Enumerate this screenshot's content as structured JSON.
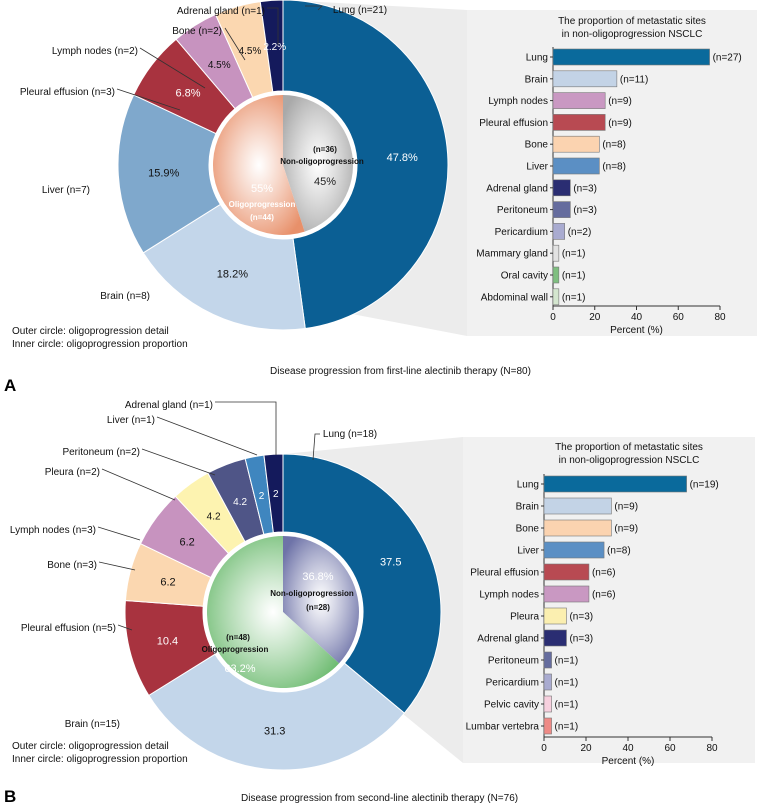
{
  "chart_data": [
    {
      "panel_label": "A",
      "caption": "Disease progression from first-line alectinib therapy (N=80)",
      "notes": [
        "Outer circle: oligoprogression detail",
        "Inner circle: oligoprogression proportion"
      ],
      "donut": {
        "type": "pie",
        "inner": [
          {
            "name": "Non-oligoprogression",
            "n_label": "(n=36)",
            "percent_label": "45%",
            "value": 45,
            "color": "#a9a9a9"
          },
          {
            "name": "Oligoprogression",
            "n_label": "(n=44)",
            "percent_label": "55%",
            "value": 55,
            "color": "#e8906a"
          }
        ],
        "outer": [
          {
            "label": "Lung (n=21)",
            "value": 47.8,
            "percent_label": "47.8%",
            "color": "#0b5f94"
          },
          {
            "label": "Brain (n=8)",
            "value": 18.2,
            "percent_label": "18.2%",
            "color": "#c3d6ea"
          },
          {
            "label": "Liver (n=7)",
            "value": 15.9,
            "percent_label": "15.9%",
            "color": "#7fa8cc"
          },
          {
            "label": "Pleural effusion (n=3)",
            "value": 6.8,
            "percent_label": "6.8%",
            "color": "#a8333f"
          },
          {
            "label": "Lymph nodes (n=2)",
            "value": 4.5,
            "percent_label": "4.5%",
            "color": "#c793bf"
          },
          {
            "label": "Bone (n=2)",
            "value": 4.5,
            "percent_label": "4.5%",
            "color": "#fbd7b0"
          },
          {
            "label": "Adrenal gland (n=1)",
            "value": 2.2,
            "percent_label": "2.2%",
            "color": "#141a5c"
          }
        ]
      },
      "bars": {
        "type": "bar",
        "title": [
          "The proportion of metastatic sites",
          "in non-oligoprogression NSCLC"
        ],
        "xlabel": "Percent (%)",
        "xlim": [
          0,
          80
        ],
        "xticks": [
          0,
          20,
          40,
          60,
          80
        ],
        "categories": [
          "Lung",
          "Brain",
          "Lymph nodes",
          "Pleural effusion",
          "Bone",
          "Liver",
          "Adrenal gland",
          "Peritoneum",
          "Pericardium",
          "Mammary gland",
          "Oral cavity",
          "Abdominal wall"
        ],
        "values": [
          75.0,
          30.6,
          25.0,
          25.0,
          22.2,
          22.2,
          8.3,
          8.3,
          5.6,
          2.8,
          2.8,
          2.8
        ],
        "data_labels": [
          "(n=27)",
          "(n=11)",
          "(n=9)",
          "(n=9)",
          "(n=8)",
          "(n=8)",
          "(n=3)",
          "(n=3)",
          "(n=2)",
          "(n=1)",
          "(n=1)",
          "(n=1)"
        ],
        "colors": [
          "#0a6a9c",
          "#c3d3e6",
          "#c998c2",
          "#b84a52",
          "#fbd3b0",
          "#5b8fc4",
          "#2a2d72",
          "#656c9e",
          "#a9abd0",
          "#e2e2e2",
          "#7fbf80",
          "#d4e6cf"
        ]
      }
    },
    {
      "panel_label": "B",
      "caption": "Disease progression from second-line alectinib therapy (N=76)",
      "notes": [
        "Outer circle: oligoprogression detail",
        "Inner circle: oligoprogression proportion"
      ],
      "donut": {
        "type": "pie",
        "inner": [
          {
            "name": "Non-oligoprogression",
            "n_label": "(n=28)",
            "percent_label": "36.8%",
            "value": 36.8,
            "color": "#6e73a8"
          },
          {
            "name": "Oligoprogression",
            "n_label": "(n=48)",
            "percent_label": "63.2%",
            "value": 63.2,
            "color": "#6dbb70"
          }
        ],
        "outer": [
          {
            "label": "Lung (n=18)",
            "value": 37.5,
            "percent_label": "37.5",
            "color": "#0b5f94"
          },
          {
            "label": "Brain (n=15)",
            "value": 31.3,
            "percent_label": "31.3",
            "color": "#c3d6ea"
          },
          {
            "label": "Pleural effusion (n=5)",
            "value": 10.4,
            "percent_label": "10.4",
            "color": "#a8333f"
          },
          {
            "label": "Bone (n=3)",
            "value": 6.2,
            "percent_label": "6.2",
            "color": "#fbd7b0"
          },
          {
            "label": "Lymph nodes (n=3)",
            "value": 6.2,
            "percent_label": "6.2",
            "color": "#c793bf"
          },
          {
            "label": "Pleura (n=2)",
            "value": 4.2,
            "percent_label": "4.2",
            "color": "#fdf3b0"
          },
          {
            "label": "Peritoneum (n=2)",
            "value": 4.2,
            "percent_label": "4.2",
            "color": "#4f5587"
          },
          {
            "label": "Liver (n=1)",
            "value": 2,
            "percent_label": "2",
            "color": "#3f86bf"
          },
          {
            "label": "Adrenal gland (n=1)",
            "value": 2,
            "percent_label": "2",
            "color": "#141a5c"
          }
        ]
      },
      "bars": {
        "type": "bar",
        "title": [
          "The proportion of metastatic sites",
          "in non-oligoprogression NSCLC"
        ],
        "xlabel": "Percent (%)",
        "xlim": [
          0,
          80
        ],
        "xticks": [
          0,
          20,
          40,
          60,
          80
        ],
        "categories": [
          "Lung",
          "Brain",
          "Bone",
          "Liver",
          "Pleural effusion",
          "Lymph nodes",
          "Pleura",
          "Adrenal gland",
          "Peritoneum",
          "Pericardium",
          "Pelvic cavity",
          "Lumbar vertebra"
        ],
        "values": [
          67.9,
          32.1,
          32.1,
          28.6,
          21.4,
          21.4,
          10.7,
          10.7,
          3.6,
          3.6,
          3.6,
          3.6
        ],
        "data_labels": [
          "(n=19)",
          "(n=9)",
          "(n=9)",
          "(n=8)",
          "(n=6)",
          "(n=6)",
          "(n=3)",
          "(n=3)",
          "(n=1)",
          "(n=1)",
          "(n=1)",
          "(n=1)"
        ],
        "colors": [
          "#0a6a9c",
          "#c3d3e6",
          "#fbd3b0",
          "#5b8fc4",
          "#b84a52",
          "#c998c2",
          "#fbefb0",
          "#2a2d72",
          "#656c9e",
          "#a9abd0",
          "#f7d0de",
          "#ee8a86"
        ]
      }
    }
  ]
}
